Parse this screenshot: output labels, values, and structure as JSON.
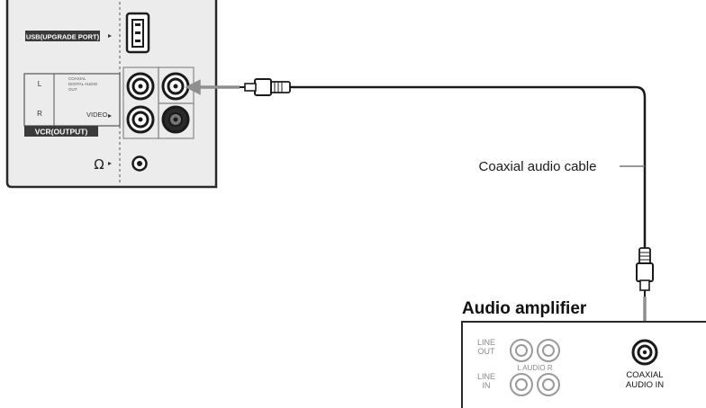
{
  "device_panel": {
    "usb_label": "USB(UPGRADE PORT)",
    "label_L": "L",
    "label_R": "R",
    "coaxial_label": [
      "COAXIAL",
      "DIGITAL AUDIO",
      "OUT"
    ],
    "video_label": "VIDEO",
    "vcr_label": "VCR(OUTPUT)",
    "headphone_symbol": "Ω"
  },
  "cable": {
    "label": "Coaxial audio cable"
  },
  "amplifier": {
    "title": "Audio amplifier",
    "line_out": [
      "LINE",
      "OUT"
    ],
    "line_in": [
      "LINE",
      "IN"
    ],
    "audio_lr": "L AUDIO R",
    "coaxial_in": [
      "COAXIAL",
      "AUDIO IN"
    ]
  }
}
